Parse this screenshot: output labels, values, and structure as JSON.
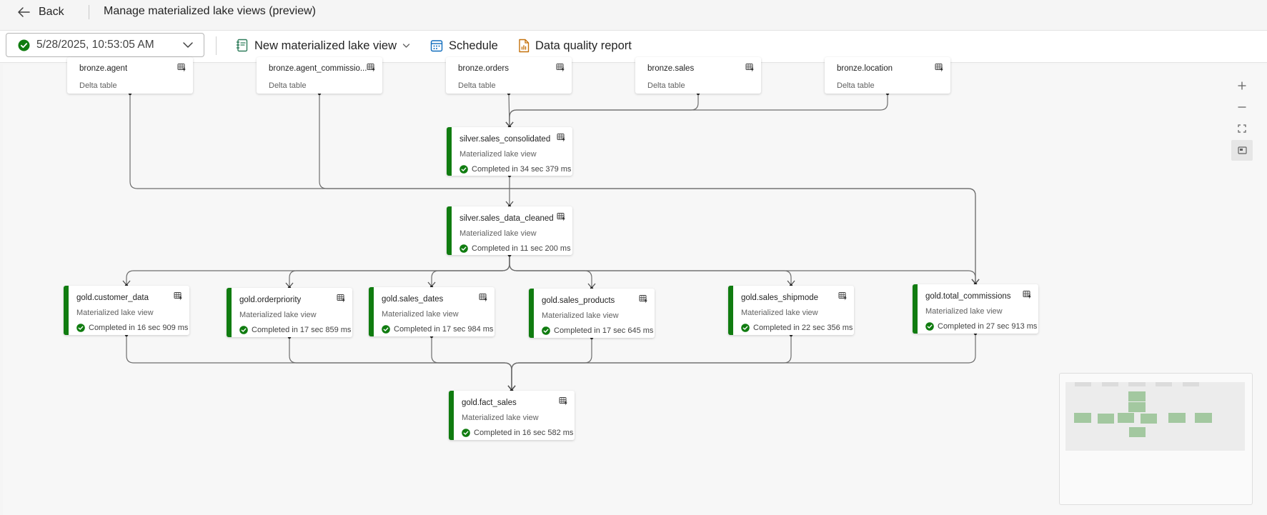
{
  "header": {
    "back_label": "Back",
    "title": "Manage materialized lake views (preview)"
  },
  "toolbar": {
    "run_select_value": "5/28/2025, 10:53:05 AM",
    "new_view_label": "New materialized lake view",
    "schedule_label": "Schedule",
    "quality_report_label": "Data quality report"
  },
  "colors": {
    "success": "#107c10",
    "accent": "#0f6cbd",
    "minimap_node": "#a3c8a0"
  },
  "icons": {
    "back": "arrow-left-icon",
    "run_status": "check-circle-icon",
    "chevron": "chevron-down-icon",
    "notebook": "notebook-icon",
    "schedule": "calendar-icon",
    "report": "report-icon",
    "node": "table-lightning-icon"
  },
  "nodes": {
    "bronze_agent": {
      "name": "bronze.agent",
      "type": "Delta table"
    },
    "bronze_agent_commission": {
      "name": "bronze.agent_commissio...",
      "type": "Delta table"
    },
    "bronze_orders": {
      "name": "bronze.orders",
      "type": "Delta table"
    },
    "bronze_sales": {
      "name": "bronze.sales",
      "type": "Delta table"
    },
    "bronze_location": {
      "name": "bronze.location",
      "type": "Delta table"
    },
    "silver_sales_consolidated": {
      "name": "silver.sales_consolidated",
      "type": "Materialized lake view",
      "status": "Completed in 34 sec 379 ms"
    },
    "silver_sales_data_cleaned": {
      "name": "silver.sales_data_cleaned",
      "type": "Materialized lake view",
      "status": "Completed in 11 sec 200 ms"
    },
    "gold_customer_data": {
      "name": "gold.customer_data",
      "type": "Materialized lake view",
      "status": "Completed in 16 sec 909 ms"
    },
    "gold_orderpriority": {
      "name": "gold.orderpriority",
      "type": "Materialized lake view",
      "status": "Completed in 17 sec 859 ms"
    },
    "gold_sales_dates": {
      "name": "gold.sales_dates",
      "type": "Materialized lake view",
      "status": "Completed in 17 sec 984 ms"
    },
    "gold_sales_products": {
      "name": "gold.sales_products",
      "type": "Materialized lake view",
      "status": "Completed in 17 sec 645 ms"
    },
    "gold_sales_shipmode": {
      "name": "gold.sales_shipmode",
      "type": "Materialized lake view",
      "status": "Completed in 22 sec 356 ms"
    },
    "gold_total_commissions": {
      "name": "gold.total_commissions",
      "type": "Materialized lake view",
      "status": "Completed in 27 sec 913 ms"
    },
    "gold_fact_sales": {
      "name": "gold.fact_sales",
      "type": "Materialized lake view",
      "status": "Completed in 16 sec 582 ms"
    }
  },
  "edges": [
    [
      "bronze_orders",
      "silver_sales_consolidated"
    ],
    [
      "bronze_sales",
      "silver_sales_consolidated"
    ],
    [
      "bronze_location",
      "silver_sales_consolidated"
    ],
    [
      "silver_sales_consolidated",
      "silver_sales_data_cleaned"
    ],
    [
      "bronze_agent",
      "gold_total_commissions"
    ],
    [
      "bronze_agent_commission",
      "gold_total_commissions"
    ],
    [
      "silver_sales_data_cleaned",
      "gold_customer_data"
    ],
    [
      "silver_sales_data_cleaned",
      "gold_orderpriority"
    ],
    [
      "silver_sales_data_cleaned",
      "gold_sales_dates"
    ],
    [
      "silver_sales_data_cleaned",
      "gold_sales_products"
    ],
    [
      "silver_sales_data_cleaned",
      "gold_sales_shipmode"
    ],
    [
      "silver_sales_data_cleaned",
      "gold_total_commissions"
    ],
    [
      "gold_customer_data",
      "gold_fact_sales"
    ],
    [
      "gold_orderpriority",
      "gold_fact_sales"
    ],
    [
      "gold_sales_dates",
      "gold_fact_sales"
    ],
    [
      "gold_sales_products",
      "gold_fact_sales"
    ],
    [
      "gold_sales_shipmode",
      "gold_fact_sales"
    ],
    [
      "gold_total_commissions",
      "gold_fact_sales"
    ]
  ]
}
